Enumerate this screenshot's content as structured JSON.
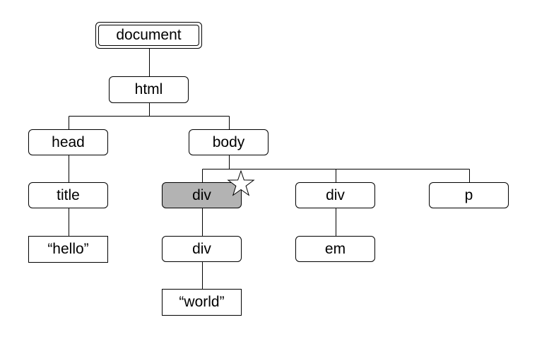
{
  "diagram": {
    "nodes": [
      {
        "id": "document",
        "label": "document",
        "kind": "root",
        "parent": null
      },
      {
        "id": "html",
        "label": "html",
        "kind": "element",
        "parent": "document"
      },
      {
        "id": "head",
        "label": "head",
        "kind": "element",
        "parent": "html"
      },
      {
        "id": "body",
        "label": "body",
        "kind": "element",
        "parent": "html"
      },
      {
        "id": "title",
        "label": "title",
        "kind": "element",
        "parent": "head"
      },
      {
        "id": "text-hello",
        "label": "“hello”",
        "kind": "text",
        "parent": "title"
      },
      {
        "id": "div-1",
        "label": "div",
        "kind": "element",
        "parent": "body",
        "selected": true,
        "starred": true
      },
      {
        "id": "div-2",
        "label": "div",
        "kind": "element",
        "parent": "body"
      },
      {
        "id": "p",
        "label": "p",
        "kind": "element",
        "parent": "body"
      },
      {
        "id": "div-3",
        "label": "div",
        "kind": "element",
        "parent": "div-1"
      },
      {
        "id": "em",
        "label": "em",
        "kind": "element",
        "parent": "div-2"
      },
      {
        "id": "text-world",
        "label": "“world”",
        "kind": "text",
        "parent": "div-3"
      }
    ],
    "colors": {
      "line": "#000000",
      "node_fill": "#ffffff",
      "selected_fill": "#b3b3b3",
      "star_fill": "#ffffff"
    }
  }
}
